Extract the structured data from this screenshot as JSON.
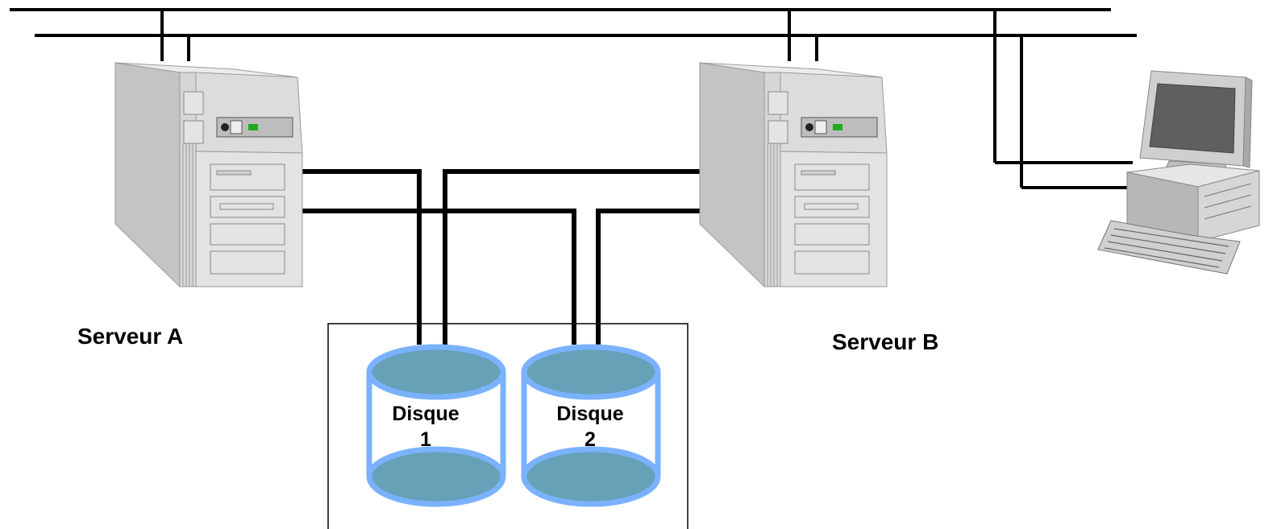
{
  "labels": {
    "server_a": "Serveur A",
    "server_b": "Serveur B",
    "disk_1_line1": "Disque",
    "disk_1_line2": "1",
    "disk_2_line1": "Disque",
    "disk_2_line2": "2"
  },
  "colors": {
    "wire": "#000000",
    "disk_fill": "#66a1b8",
    "disk_rim": "#7bb2ff",
    "server_body": "#d9d9d9",
    "server_side": "#bfbfbf",
    "server_top": "#ececec",
    "led": "#22aa22"
  },
  "icons": [
    "server-tower-icon",
    "desktop-computer-icon",
    "disk-cylinder-icon"
  ]
}
